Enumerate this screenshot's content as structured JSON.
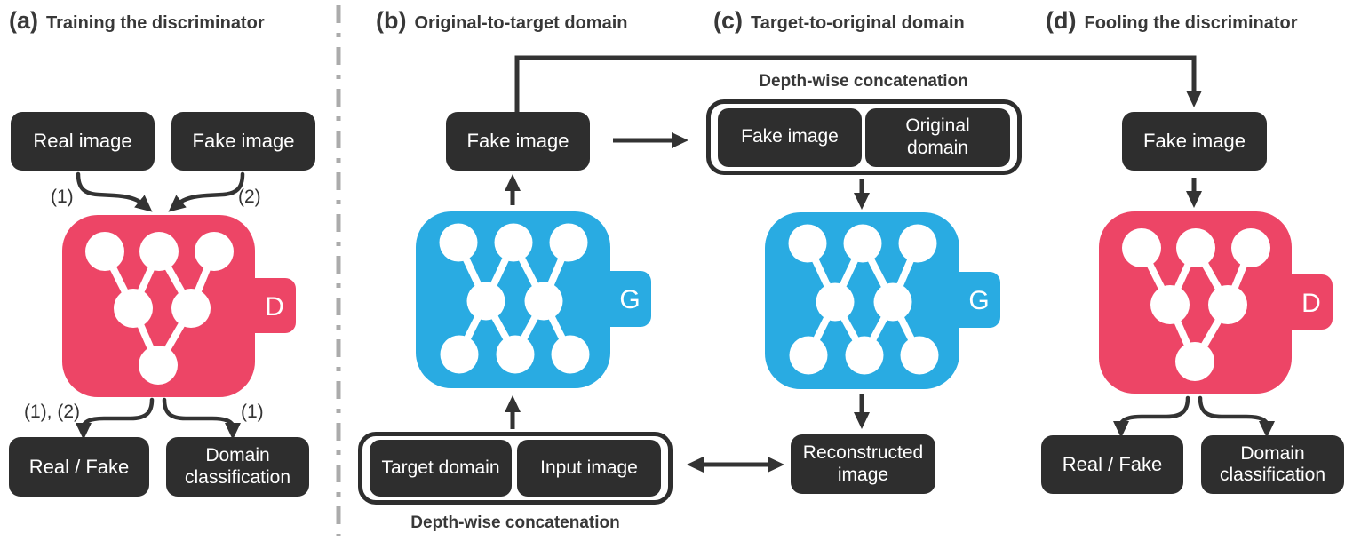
{
  "colors": {
    "discriminator": "#ED4566",
    "generator": "#29ABE2",
    "box": "#2E2E2E",
    "line": "#333333",
    "divider": "#ABABAB"
  },
  "panels": {
    "a": {
      "tag": "(a)",
      "title": "Training the discriminator",
      "input_left": "Real image",
      "input_right": "Fake image",
      "ann_input_left": "(1)",
      "ann_input_right": "(2)",
      "ann_output_left": "(1), (2)",
      "ann_output_right": "(1)",
      "network_letter": "D",
      "output_left": "Real / Fake",
      "output_right": "Domain classification"
    },
    "b": {
      "tag": "(b)",
      "title": "Original-to-target domain",
      "fake_image": "Fake image",
      "network_letter": "G",
      "concat_label": "Depth-wise concatenation",
      "concat_left": "Target domain",
      "concat_right": "Input image"
    },
    "c": {
      "tag": "(c)",
      "title": "Target-to-original domain",
      "concat_label": "Depth-wise concatenation",
      "concat_left": "Fake image",
      "concat_right": "Original domain",
      "network_letter": "G",
      "output": "Reconstructed image"
    },
    "d": {
      "tag": "(d)",
      "title": "Fooling the discriminator",
      "fake_image": "Fake image",
      "network_letter": "D",
      "output_left": "Real / Fake",
      "output_right": "Domain classification"
    }
  }
}
